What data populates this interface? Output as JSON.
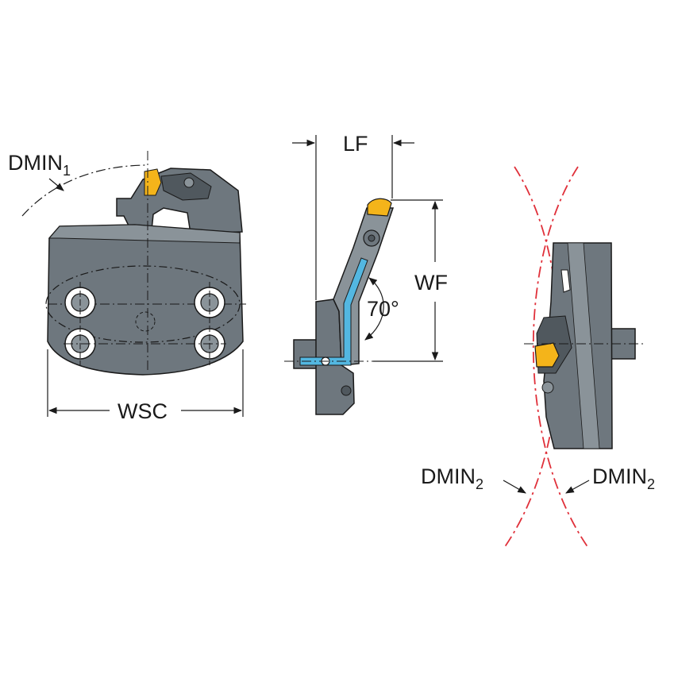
{
  "labels": {
    "dmin1": {
      "main": "DMIN",
      "sub": "1"
    },
    "wsc": "WSC",
    "lf": "LF",
    "wf": "WF",
    "angle": "70°",
    "dmin2_left": {
      "main": "DMIN",
      "sub": "2"
    },
    "dmin2_right": {
      "main": "DMIN",
      "sub": "2"
    }
  },
  "colors": {
    "body": "#6e777e",
    "body_dark": "#50585e",
    "body_light": "#8a9399",
    "insert": "#f4b41a",
    "coolant": "#53b7e1",
    "circle_red": "#e0303a",
    "line": "#1a1a1a"
  }
}
